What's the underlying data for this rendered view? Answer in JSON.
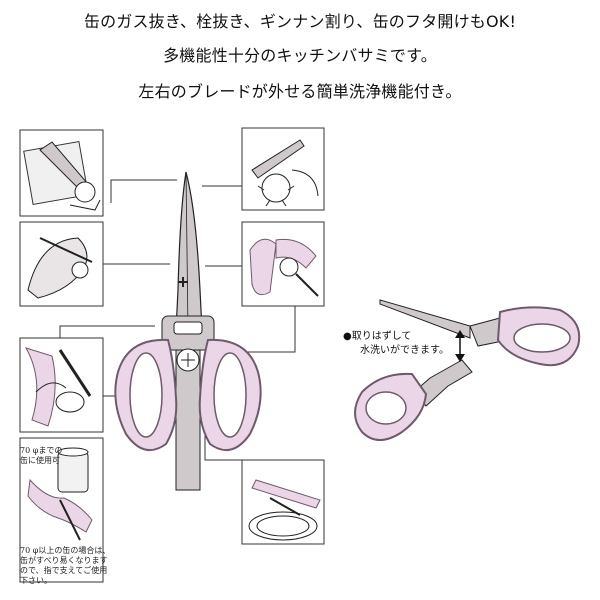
{
  "headline": {
    "line1": "缶のガス抜き、栓抜き、ギンナン割り、缶のフタ開けもOK!",
    "line2": "多機能性十分のキッチンバサミです。",
    "line3": "左右のブレードが外せる簡単洗浄機能付き。"
  },
  "notes": {
    "detach_bullet": "●",
    "detach_line1": "取りはずして",
    "detach_line2": "水洗いができます。",
    "can_top_line1": "70 φまでの",
    "can_top_line2": "缶に使用可",
    "can_bottom": [
      "70 φ以上の缶の場合は、",
      "缶がすべり易くなります",
      "ので、指で支えてご使用",
      "下さい。"
    ]
  },
  "colors": {
    "handle_fill": "#ead6e6",
    "handle_stroke": "#6f5a6c",
    "blade_fill": "#cfc9cb",
    "line": "#222222"
  }
}
